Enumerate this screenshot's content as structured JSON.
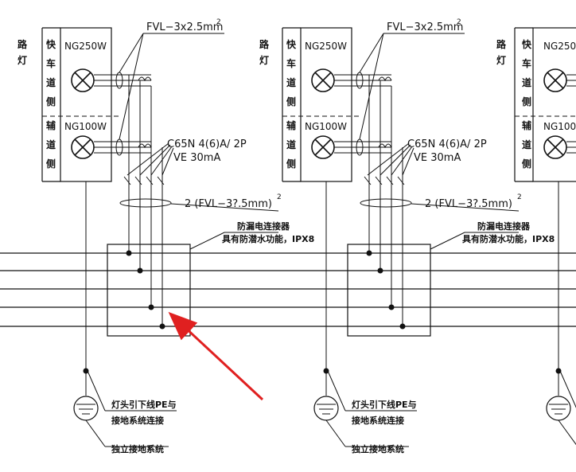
{
  "labels": {
    "side_lu": "路",
    "side_deng": "灯",
    "fast_1": "快",
    "fast_2": "车",
    "fast_3": "道",
    "fast_4": "侧",
    "aux_1": "辅",
    "aux_2": "道",
    "aux_3": "侧",
    "lamp_250": "NG250W",
    "lamp_100": "NG100W",
    "cable_top": "FVL−3x2.5mm",
    "cable_top_sup": "2",
    "breaker_1": "C65N 4(6)A/ 2P",
    "breaker_2": "VE 30mA",
    "cable_bottom": "2 (FVL−3?.5mm)",
    "cable_bottom_sup": "2",
    "connector_1": "防漏电连接器",
    "connector_2": "具有防潜水功能，IPX8",
    "pe_1": "灯头引下线PE与",
    "pe_2": "接地系统连接",
    "ground": "独立接地系统"
  },
  "annotation": {
    "arrow_color": "#e02020"
  }
}
